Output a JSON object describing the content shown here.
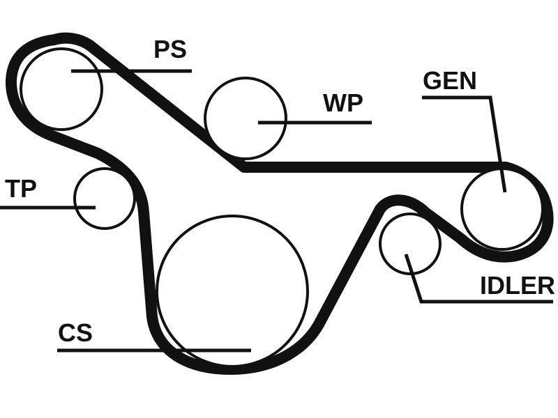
{
  "diagram": {
    "colors": {
      "ink": "#111111",
      "background": "#ffffff"
    },
    "labels": {
      "ps": "PS",
      "wp": "WP",
      "gen": "GEN",
      "tp": "TP",
      "idler": "IDLER",
      "cs": "CS"
    }
  }
}
